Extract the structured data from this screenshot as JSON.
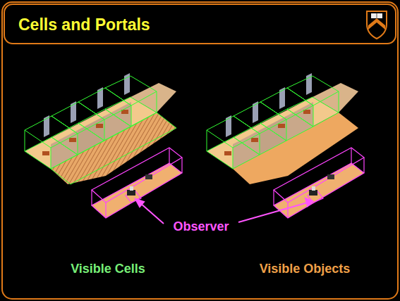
{
  "diagram": {
    "title": "Cells and Portals",
    "labels": [
      "Observer",
      "Visible Cells",
      "Visible Objects"
    ]
  }
}
